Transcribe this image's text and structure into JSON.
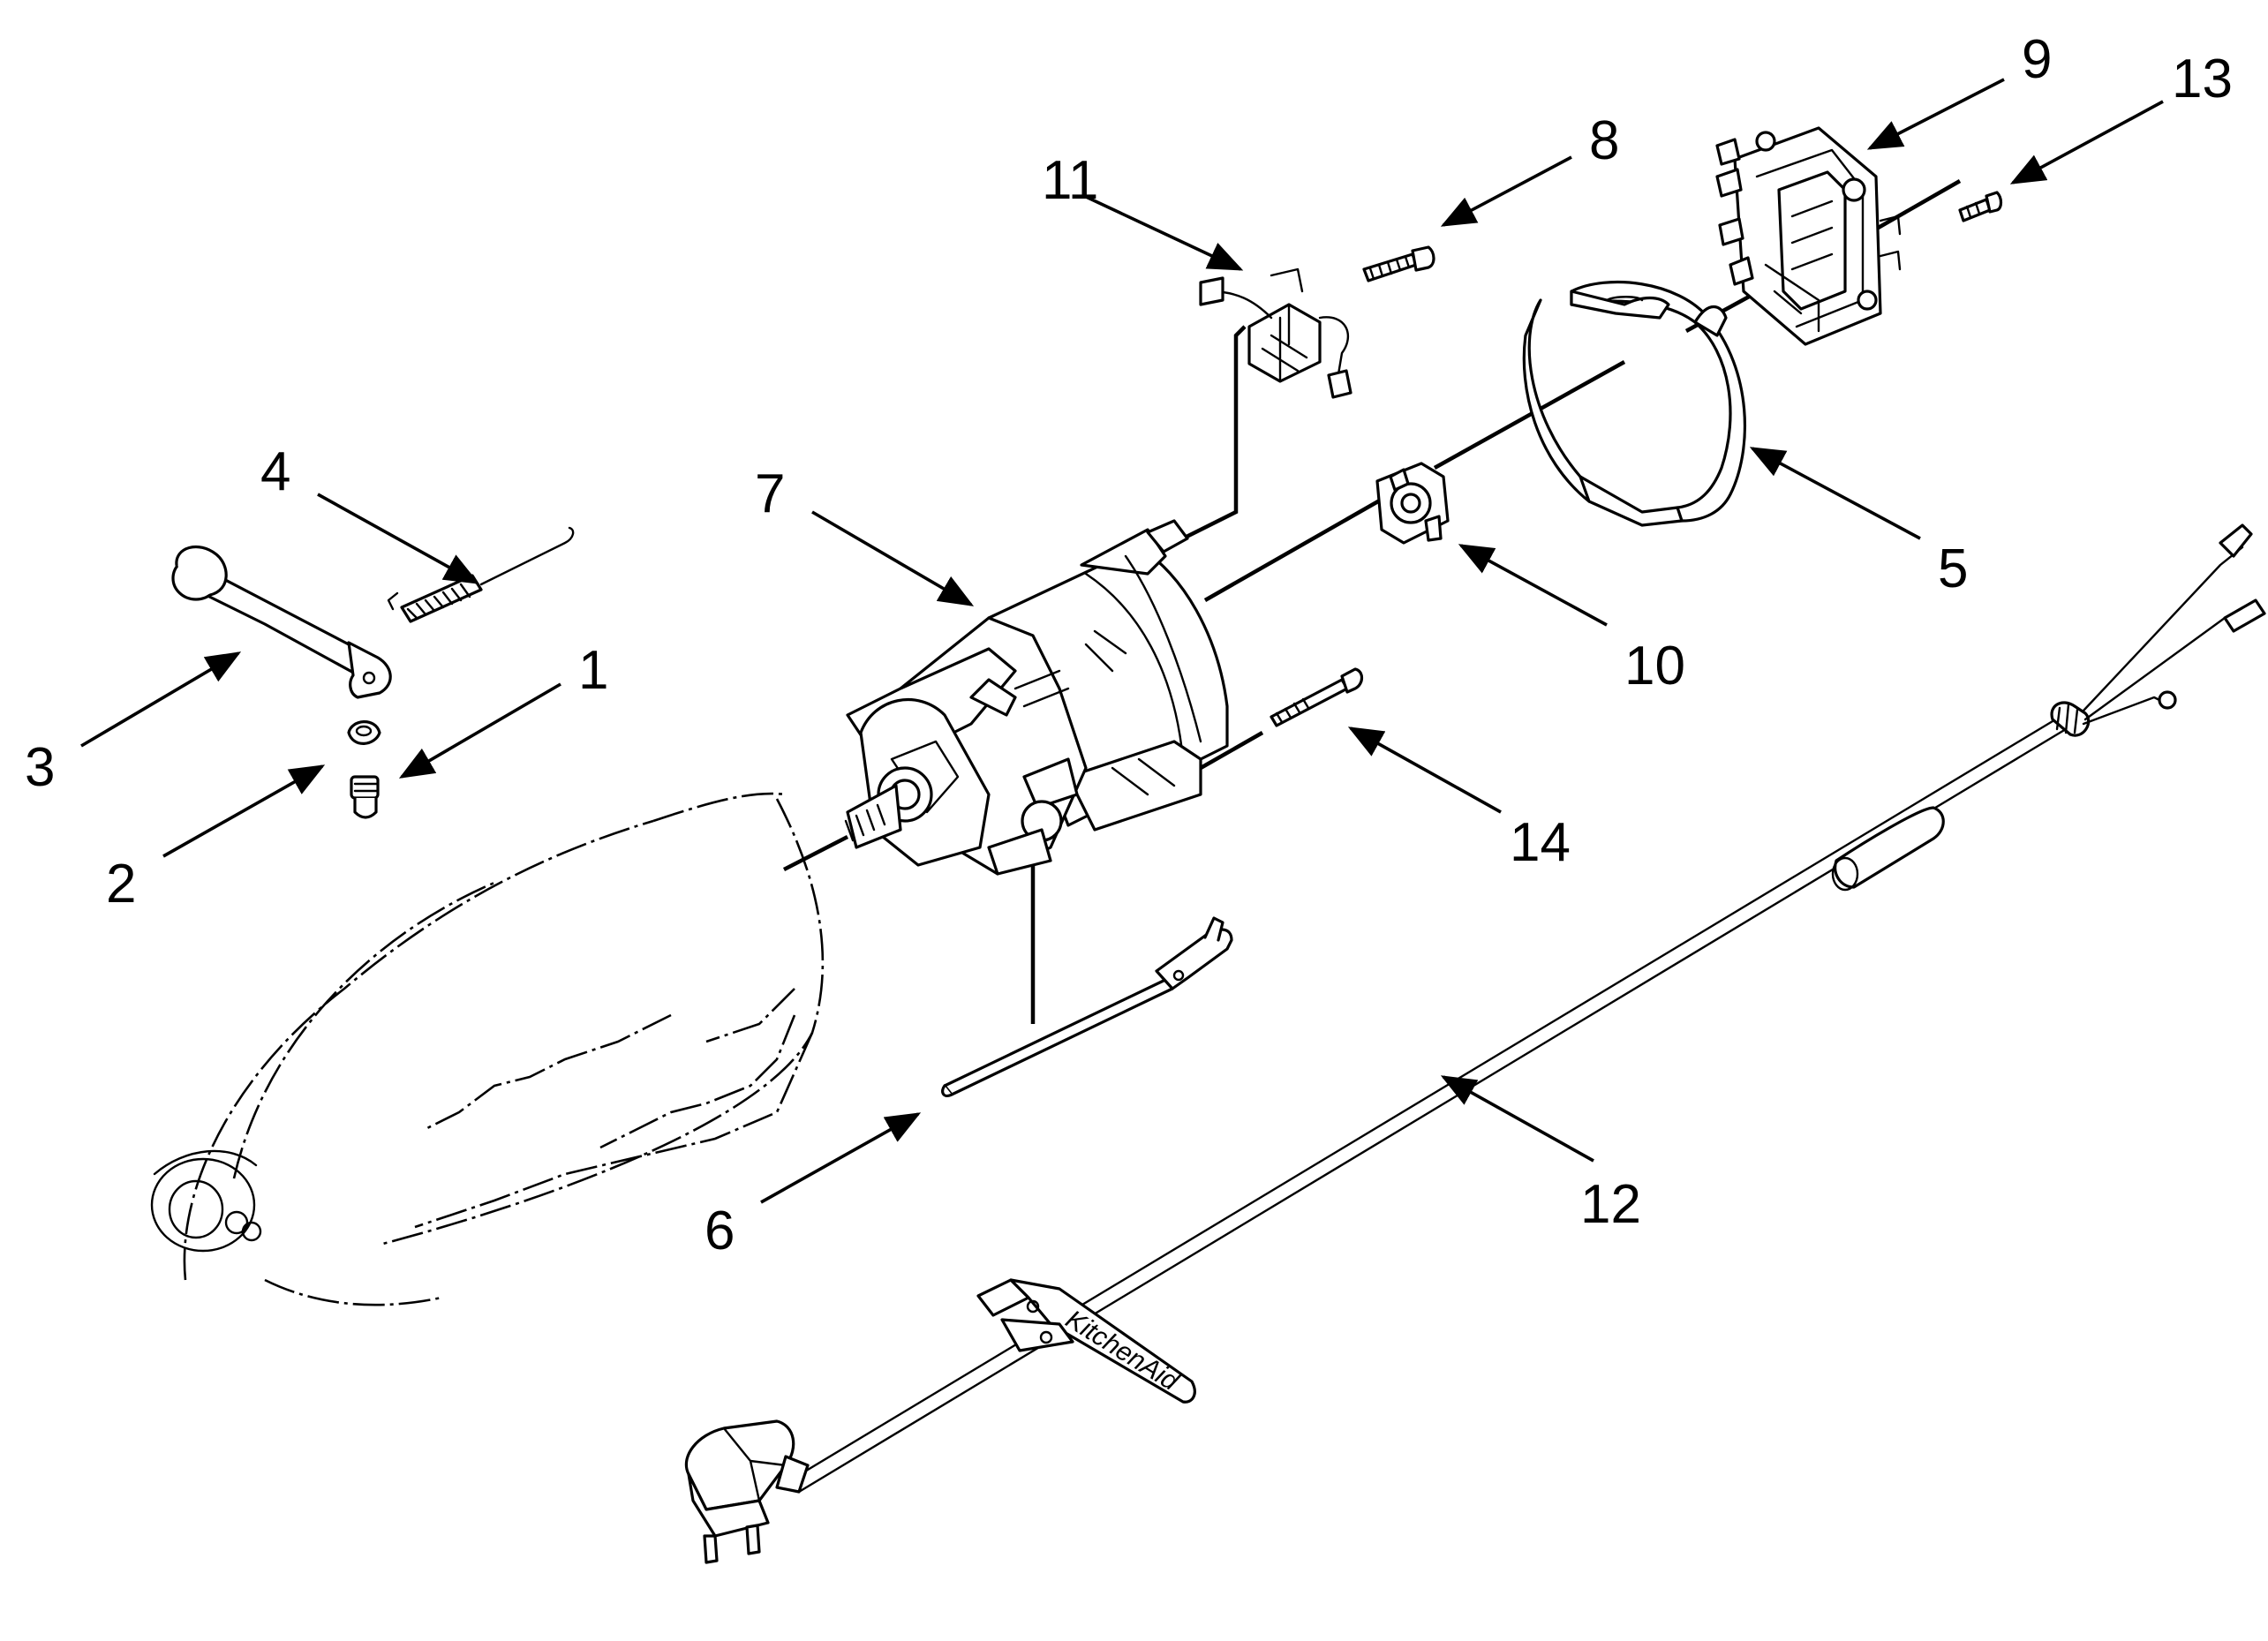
{
  "diagram": {
    "callouts": [
      {
        "id": "1",
        "label": "1"
      },
      {
        "id": "2",
        "label": "2"
      },
      {
        "id": "3",
        "label": "3"
      },
      {
        "id": "4",
        "label": "4"
      },
      {
        "id": "5",
        "label": "5"
      },
      {
        "id": "6",
        "label": "6"
      },
      {
        "id": "7",
        "label": "7"
      },
      {
        "id": "8",
        "label": "8"
      },
      {
        "id": "9",
        "label": "9"
      },
      {
        "id": "10",
        "label": "10"
      },
      {
        "id": "11",
        "label": "11"
      },
      {
        "id": "12",
        "label": "12"
      },
      {
        "id": "13",
        "label": "13"
      },
      {
        "id": "14",
        "label": "14"
      }
    ],
    "strap_brand": "KitchenAid",
    "colors": {
      "line": "#000000",
      "background": "#ffffff"
    }
  }
}
